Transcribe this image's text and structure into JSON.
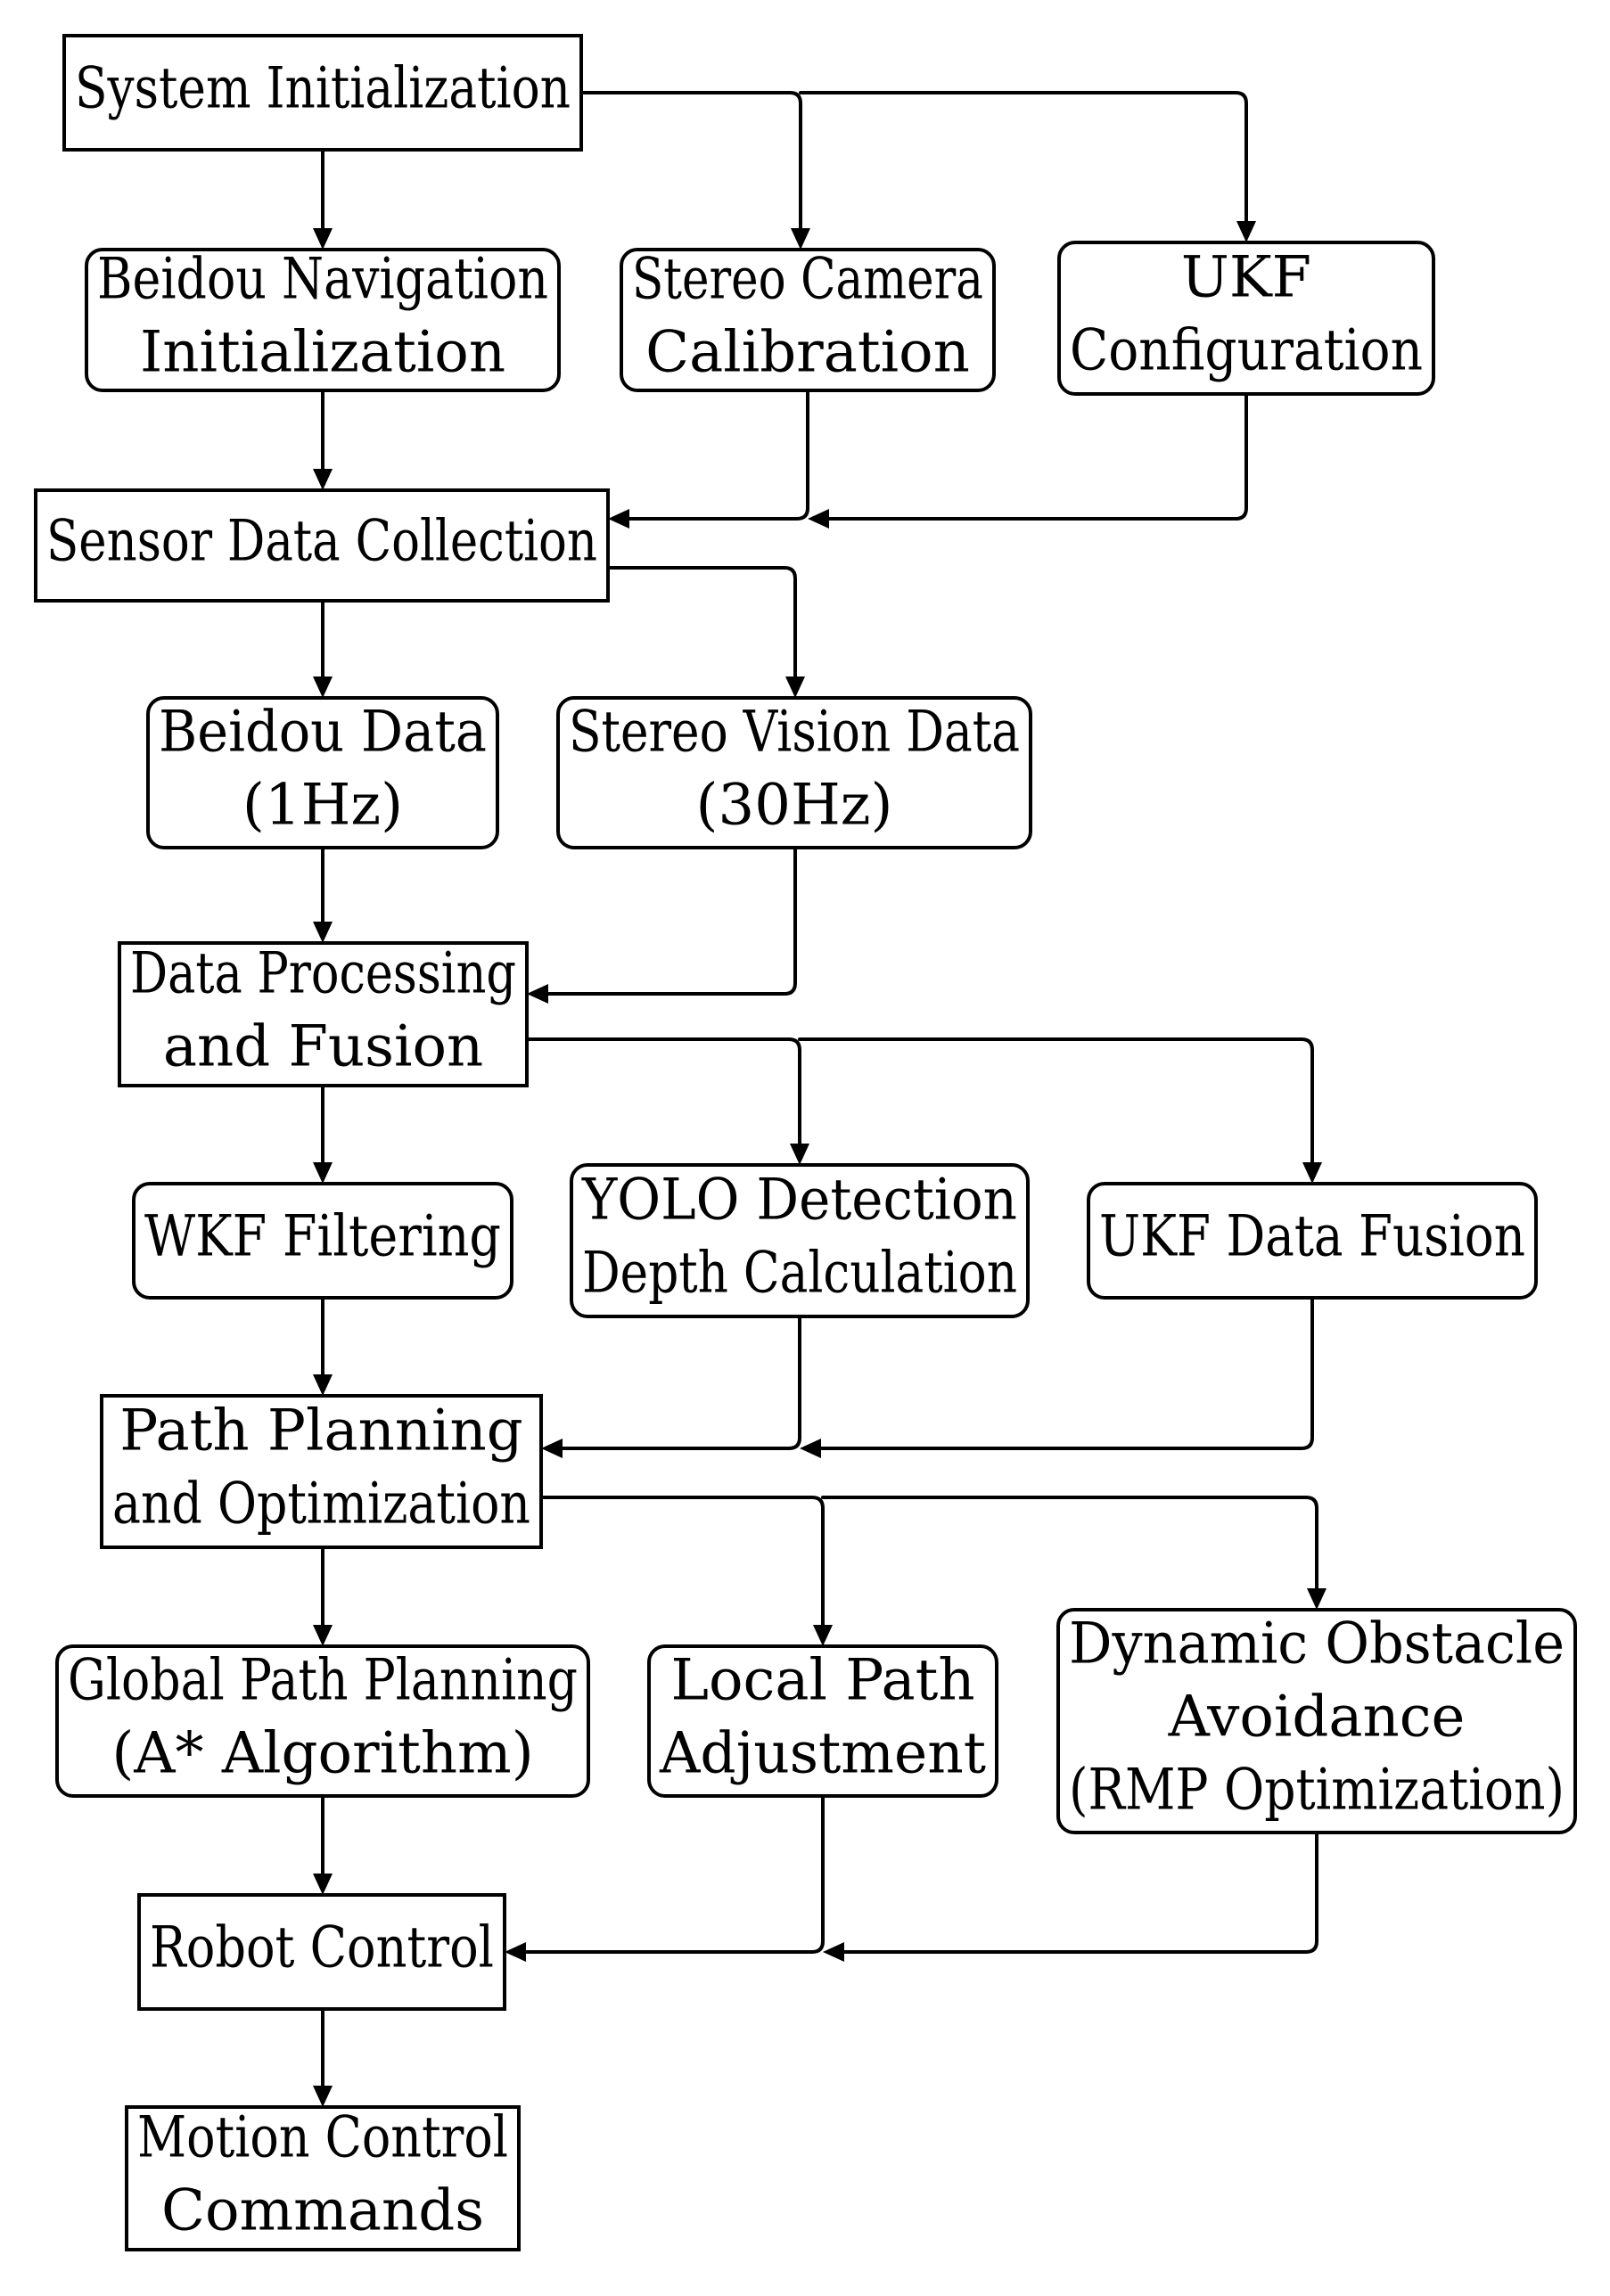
{
  "nodes": {
    "system_init": {
      "lines": [
        "System Initialization"
      ],
      "shape": "rect"
    },
    "beidou_nav_init": {
      "lines": [
        "Beidou Navigation",
        "Initialization"
      ],
      "shape": "rounded"
    },
    "stereo_cam_calib": {
      "lines": [
        "Stereo Camera",
        "Calibration"
      ],
      "shape": "rounded"
    },
    "ukf_config": {
      "lines": [
        "UKF",
        "Configuration"
      ],
      "shape": "rounded"
    },
    "sensor_data_collection": {
      "lines": [
        "Sensor Data Collection"
      ],
      "shape": "rect"
    },
    "beidou_data": {
      "lines": [
        "Beidou Data",
        "(1Hz)"
      ],
      "shape": "rounded"
    },
    "stereo_vision_data": {
      "lines": [
        "Stereo Vision Data",
        "(30Hz)"
      ],
      "shape": "rounded"
    },
    "data_processing_fusion": {
      "lines": [
        "Data Processing",
        "and Fusion"
      ],
      "shape": "rect"
    },
    "wkf_filtering": {
      "lines": [
        "WKF Filtering"
      ],
      "shape": "rounded"
    },
    "yolo_detection": {
      "lines": [
        "YOLO Detection",
        "Depth Calculation"
      ],
      "shape": "rounded"
    },
    "ukf_data_fusion": {
      "lines": [
        "UKF Data Fusion"
      ],
      "shape": "rounded"
    },
    "path_planning_opt": {
      "lines": [
        "Path Planning",
        "and Optimization"
      ],
      "shape": "rect"
    },
    "global_path_planning": {
      "lines": [
        "Global Path Planning",
        "(A* Algorithm)"
      ],
      "shape": "rounded"
    },
    "local_path_adjustment": {
      "lines": [
        "Local Path",
        "Adjustment"
      ],
      "shape": "rounded"
    },
    "dynamic_obstacle_avoidance": {
      "lines": [
        "Dynamic Obstacle",
        "Avoidance",
        "(RMP Optimization)"
      ],
      "shape": "rounded"
    },
    "robot_control": {
      "lines": [
        "Robot Control"
      ],
      "shape": "rect"
    },
    "motion_control_commands": {
      "lines": [
        "Motion Control",
        "Commands"
      ],
      "shape": "rect"
    }
  },
  "edges": [
    {
      "from": "system_init",
      "to": "beidou_nav_init"
    },
    {
      "from": "system_init",
      "to": "stereo_cam_calib"
    },
    {
      "from": "system_init",
      "to": "ukf_config"
    },
    {
      "from": "beidou_nav_init",
      "to": "sensor_data_collection"
    },
    {
      "from": "stereo_cam_calib",
      "to": "sensor_data_collection"
    },
    {
      "from": "ukf_config",
      "to": "sensor_data_collection"
    },
    {
      "from": "sensor_data_collection",
      "to": "beidou_data"
    },
    {
      "from": "sensor_data_collection",
      "to": "stereo_vision_data"
    },
    {
      "from": "beidou_data",
      "to": "data_processing_fusion"
    },
    {
      "from": "stereo_vision_data",
      "to": "data_processing_fusion"
    },
    {
      "from": "data_processing_fusion",
      "to": "wkf_filtering"
    },
    {
      "from": "data_processing_fusion",
      "to": "yolo_detection"
    },
    {
      "from": "data_processing_fusion",
      "to": "ukf_data_fusion"
    },
    {
      "from": "wkf_filtering",
      "to": "path_planning_opt"
    },
    {
      "from": "yolo_detection",
      "to": "path_planning_opt"
    },
    {
      "from": "ukf_data_fusion",
      "to": "path_planning_opt"
    },
    {
      "from": "path_planning_opt",
      "to": "global_path_planning"
    },
    {
      "from": "path_planning_opt",
      "to": "local_path_adjustment"
    },
    {
      "from": "path_planning_opt",
      "to": "dynamic_obstacle_avoidance"
    },
    {
      "from": "global_path_planning",
      "to": "robot_control"
    },
    {
      "from": "local_path_adjustment",
      "to": "robot_control"
    },
    {
      "from": "dynamic_obstacle_avoidance",
      "to": "robot_control"
    },
    {
      "from": "robot_control",
      "to": "motion_control_commands"
    }
  ]
}
